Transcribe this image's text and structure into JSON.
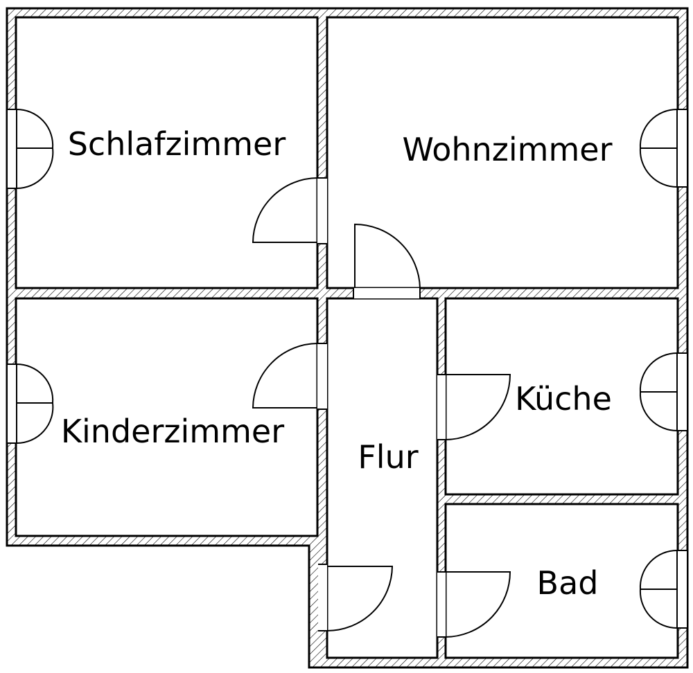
{
  "rooms": {
    "schlafzimmer": "Schlafzimmer",
    "wohnzimmer": "Wohnzimmer",
    "kinderzimmer": "Kinderzimmer",
    "kueche": "Küche",
    "flur": "Flur",
    "bad": "Bad"
  }
}
